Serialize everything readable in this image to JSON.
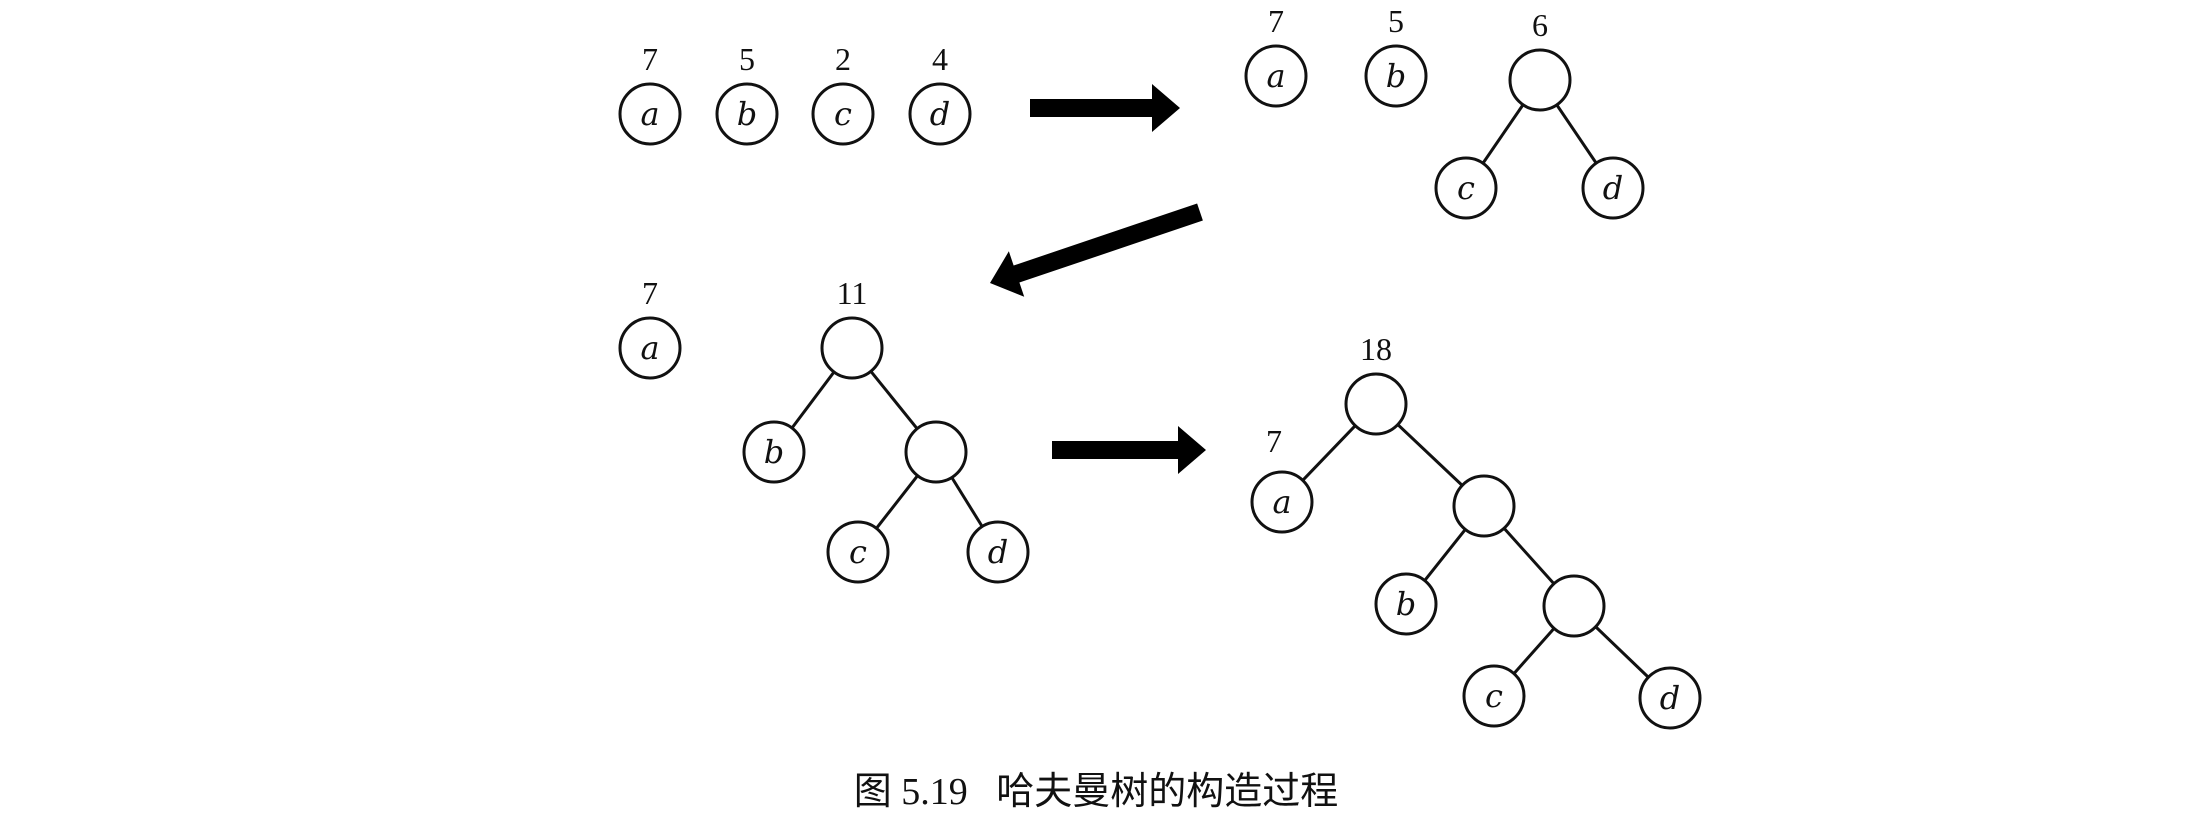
{
  "caption": "图 5.19   哈夫曼树的构造过程",
  "colors": {
    "ink": "#111111",
    "background": "#ffffff"
  },
  "stages": [
    {
      "nodes": [
        {
          "letter": "a",
          "weight": "7"
        },
        {
          "letter": "b",
          "weight": "5"
        },
        {
          "letter": "c",
          "weight": "2"
        },
        {
          "letter": "d",
          "weight": "4"
        }
      ]
    },
    {
      "nodes": [
        {
          "letter": "a",
          "weight": "7"
        },
        {
          "letter": "b",
          "weight": "5"
        },
        {
          "letter": "",
          "weight": "6",
          "children": [
            {
              "letter": "c"
            },
            {
              "letter": "d"
            }
          ]
        }
      ]
    },
    {
      "nodes": [
        {
          "letter": "a",
          "weight": "7"
        },
        {
          "letter": "",
          "weight": "11",
          "children": [
            {
              "letter": "b"
            },
            {
              "letter": "",
              "children": [
                {
                  "letter": "c"
                },
                {
                  "letter": "d"
                }
              ]
            }
          ]
        }
      ]
    },
    {
      "nodes": [
        {
          "letter": "",
          "weight": "18",
          "children": [
            {
              "letter": "a",
              "weight": "7"
            },
            {
              "letter": "",
              "children": [
                {
                  "letter": "b"
                },
                {
                  "letter": "",
                  "children": [
                    {
                      "letter": "c"
                    },
                    {
                      "letter": "d"
                    }
                  ]
                }
              ]
            }
          ]
        }
      ]
    }
  ]
}
